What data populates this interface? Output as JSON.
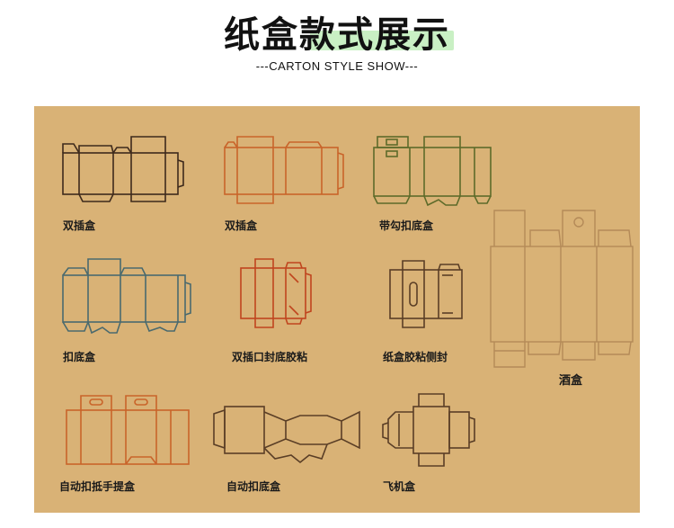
{
  "header": {
    "title": "纸盒款式展示",
    "subtitle": "---CARTON STYLE SHOW---"
  },
  "colors": {
    "panel": "#d9b276",
    "highlight": "#c9f0c4",
    "dark_brown": "#3e2a1c",
    "orange": "#c9642a",
    "olive": "#5d6b2a",
    "teal": "#4a6a6e",
    "red_orange": "#c0451e",
    "brown": "#5a3e26",
    "light_brown": "#b48a58"
  },
  "cartons": [
    {
      "label": "双插盒",
      "color": "dark_brown",
      "icon": "tuck-end-box-icon"
    },
    {
      "label": "双插盒",
      "color": "orange",
      "icon": "tuck-end-box-icon"
    },
    {
      "label": "带勾扣底盒",
      "color": "olive",
      "icon": "hook-lock-bottom-box-icon"
    },
    {
      "label": "扣底盒",
      "color": "teal",
      "icon": "lock-bottom-box-icon"
    },
    {
      "label": "双插口封底胶粘",
      "color": "red_orange",
      "icon": "glued-bottom-box-icon"
    },
    {
      "label": "纸盒胶粘侧封",
      "color": "brown",
      "icon": "side-glued-box-icon"
    },
    {
      "label": "自动扣抵手提盒",
      "color": "orange",
      "icon": "handle-box-icon"
    },
    {
      "label": "自动扣底盒",
      "color": "brown",
      "icon": "auto-lock-bottom-box-icon"
    },
    {
      "label": "飞机盒",
      "color": "brown",
      "icon": "mailer-box-icon"
    },
    {
      "label": "酒盒",
      "color": "light_brown",
      "icon": "wine-box-icon"
    }
  ]
}
